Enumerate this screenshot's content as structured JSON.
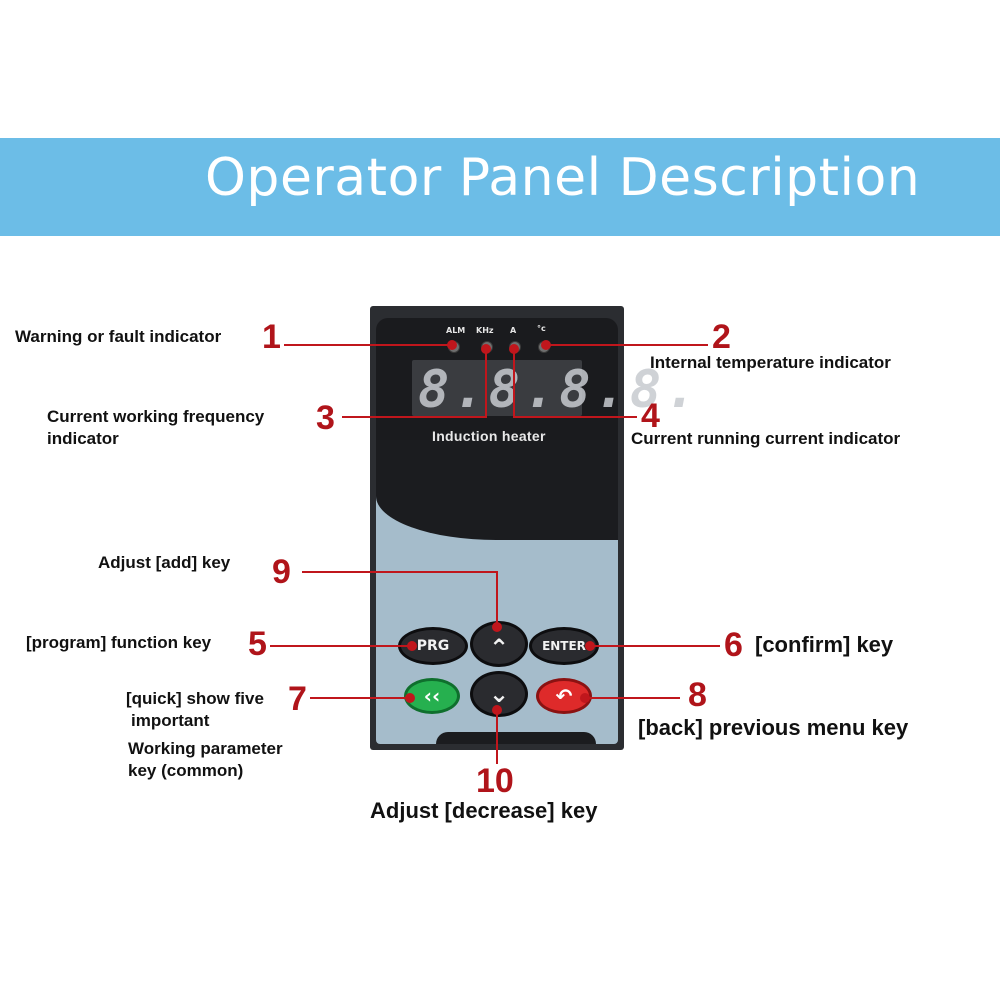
{
  "title": "Operator Panel Description",
  "panel": {
    "indicators": [
      "ALM",
      "KHz",
      "A",
      "°c"
    ],
    "display_value": "8.8.8.8.",
    "brand": "Induction heater",
    "keys": {
      "prg": "PRG",
      "up": "⌃",
      "enter": "ENTER",
      "quick": "‹‹",
      "down": "⌄",
      "back": "↶"
    }
  },
  "callouts": {
    "c1": {
      "num": "1",
      "text": "Warning or fault indicator"
    },
    "c2": {
      "num": "2",
      "text": "Internal temperature indicator"
    },
    "c3": {
      "num": "3",
      "text": [
        "Current working frequency",
        "indicator"
      ]
    },
    "c4": {
      "num": "4",
      "text": "Current running current indicator"
    },
    "c5": {
      "num": "5",
      "text": "[program] function key"
    },
    "c6": {
      "num": "6",
      "text": "[confirm] key"
    },
    "c7": {
      "num": "7",
      "text": [
        "[quick] show five",
        "important",
        "Working parameter",
        "key (common)"
      ]
    },
    "c8": {
      "num": "8",
      "text": "[back] previous menu key"
    },
    "c9": {
      "num": "9",
      "text": "Adjust [add] key"
    },
    "c10": {
      "num": "10",
      "text": "Adjust [decrease] key"
    }
  }
}
